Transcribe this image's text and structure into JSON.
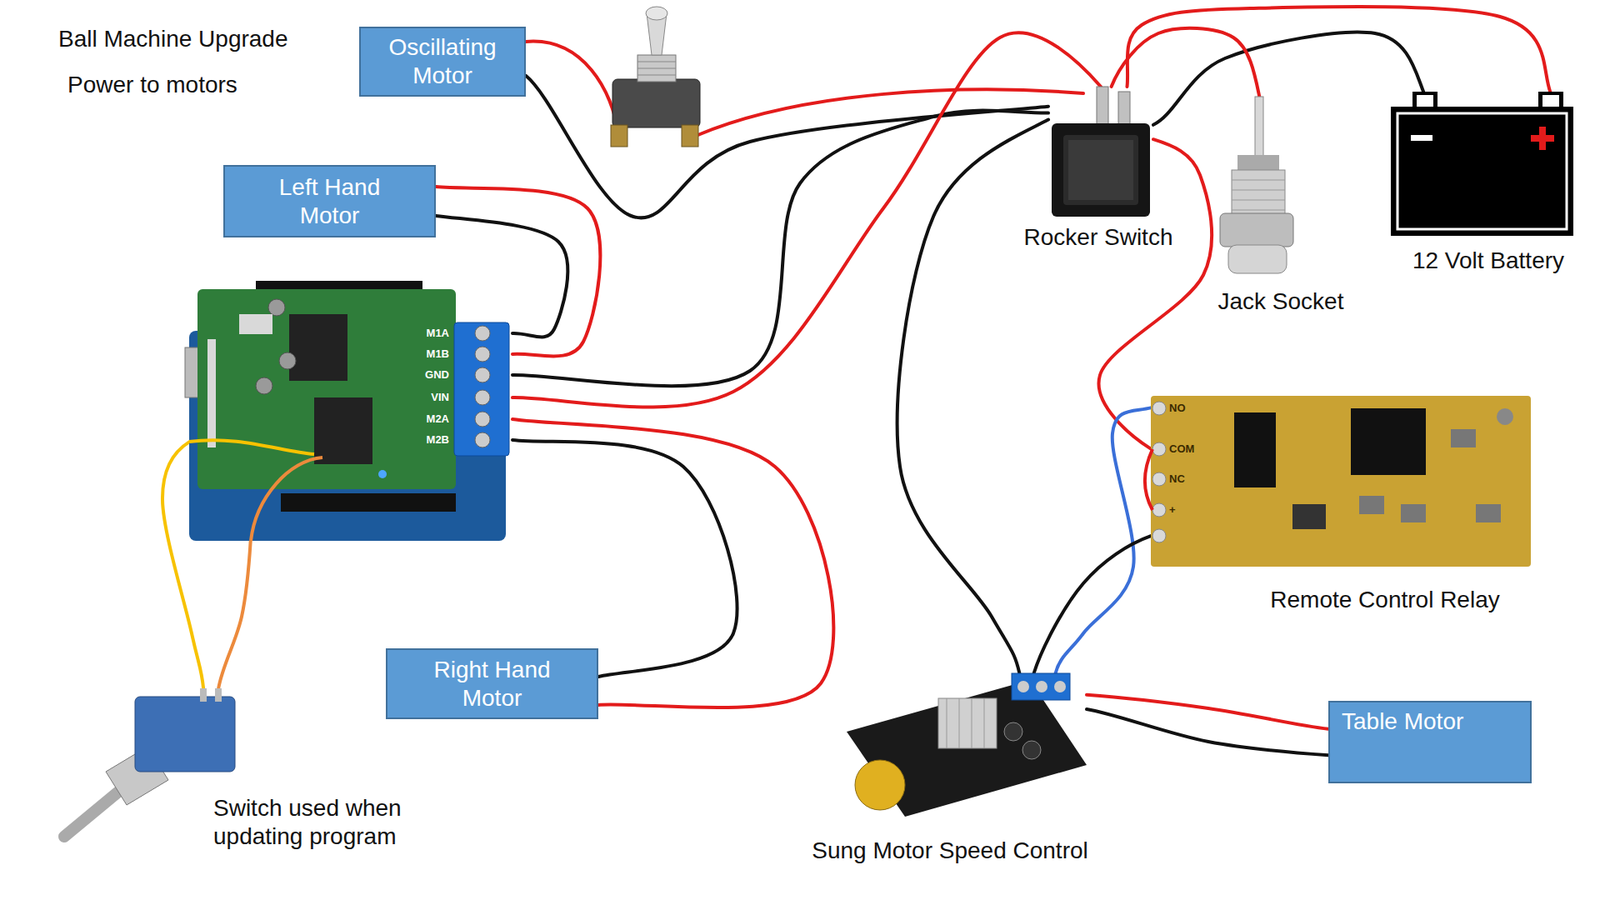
{
  "diagram": {
    "title": "Ball Machine Upgrade",
    "nodes": [
      {
        "text": [
          "Oscillating Motor"
        ]
      },
      {
        "text": [
          "Rocker Switch"
        ]
      },
      {
        "text": [
          "Jack Socket"
        ]
      },
      {
        "text": [
          "12 Volt Battery"
        ]
      },
      {
        "text": [
          "Left Hand Motor"
        ]
      },
      {
        "text": [
          "M1A",
          "M1B",
          "GND",
          "VIN",
          "M2A",
          "M2B"
        ]
      },
      {
        "text": [
          "Remote Control Relay",
          "NO",
          "COM",
          "NC",
          "+"
        ]
      },
      {
        "text": [
          "Right Hand Motor"
        ]
      },
      {
        "text": [
          "Switch used when updating program"
        ]
      },
      {
        "text": [
          "Sung Motor Speed Control"
        ]
      },
      {
        "text": [
          "Table Motor"
        ]
      }
    ],
    "edges": [
      {
        "from": 0,
        "to": 1,
        "arrow": "none"
      },
      {
        "from": 4,
        "to": 5,
        "arrow": "none"
      },
      {
        "from": 4,
        "to": 5,
        "arrow": "none"
      },
      {
        "from": 5,
        "to": 1,
        "arrow": "none"
      },
      {
        "from": 5,
        "to": 1,
        "arrow": "none"
      },
      {
        "from": 7,
        "to": 5,
        "arrow": "none"
      },
      {
        "from": 7,
        "to": 5,
        "arrow": "none"
      },
      {
        "from": 1,
        "to": 3,
        "arrow": "none"
      },
      {
        "from": 3,
        "to": 1,
        "arrow": "none"
      },
      {
        "from": 1,
        "to": 2,
        "arrow": "none"
      },
      {
        "from": 1,
        "to": 9,
        "arrow": "none"
      },
      {
        "from": 1,
        "to": 6,
        "arrow": "none"
      },
      {
        "from": 6,
        "to": 9,
        "arrow": "none"
      },
      {
        "from": 6,
        "to": 9,
        "arrow": "none"
      },
      {
        "from": 9,
        "to": 10,
        "arrow": "none"
      },
      {
        "from": 9,
        "to": 10,
        "arrow": "none"
      },
      {
        "from": 5,
        "to": 8,
        "arrow": "none"
      },
      {
        "from": 5,
        "to": 8,
        "arrow": "none"
      }
    ],
    "labels": [
      "Power to motors"
    ]
  }
}
